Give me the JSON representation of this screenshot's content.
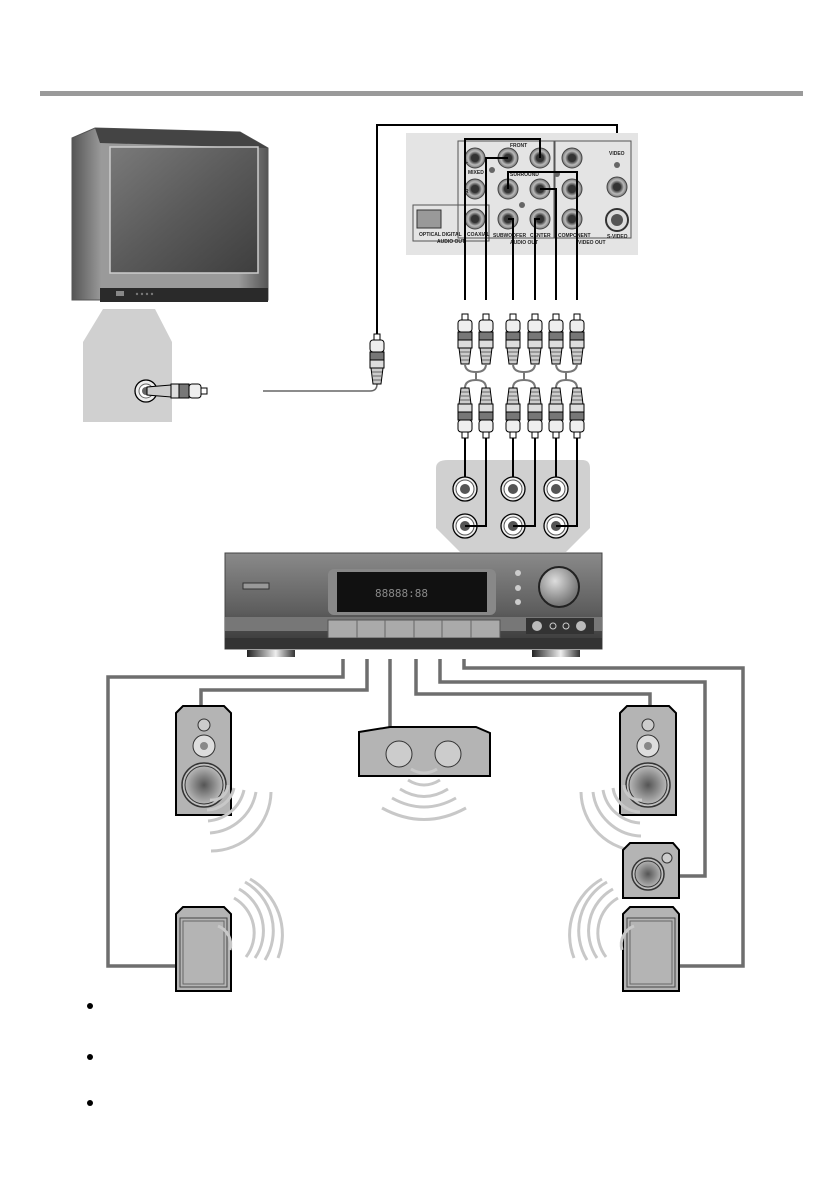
{
  "page": {
    "title": "",
    "bullets": [
      "",
      "",
      ""
    ]
  },
  "dvd_panel": {
    "labels": {
      "front": "FRONT",
      "surround": "SURROUND",
      "mixed": "MIXED",
      "l": "L",
      "r": "R",
      "video": "VIDEO",
      "optical": "OPTICAL",
      "coaxial": "COAXIAL",
      "digital_audio_out": "DIGITAL",
      "digital_audio_out2": "AUDIO OUT",
      "subwoofer": "SUBWOOFER",
      "center": "CENTER",
      "audio_out": "AUDIO OUT",
      "component": "COMPONENT",
      "video_out": "VIDEO OUT",
      "s_video": "S-VIDEO"
    }
  },
  "receiver": {
    "display_text": "88888:88"
  },
  "colors": {
    "cable": "#111111",
    "speaker_wire": "#6e6e6e",
    "panel_bg": "#e4e4e4",
    "highlight_bg": "#d0d0d0",
    "speaker_body": "#b4b4b4",
    "sound_wave": "#c8c8c8",
    "rule": "#9a9a9a"
  }
}
